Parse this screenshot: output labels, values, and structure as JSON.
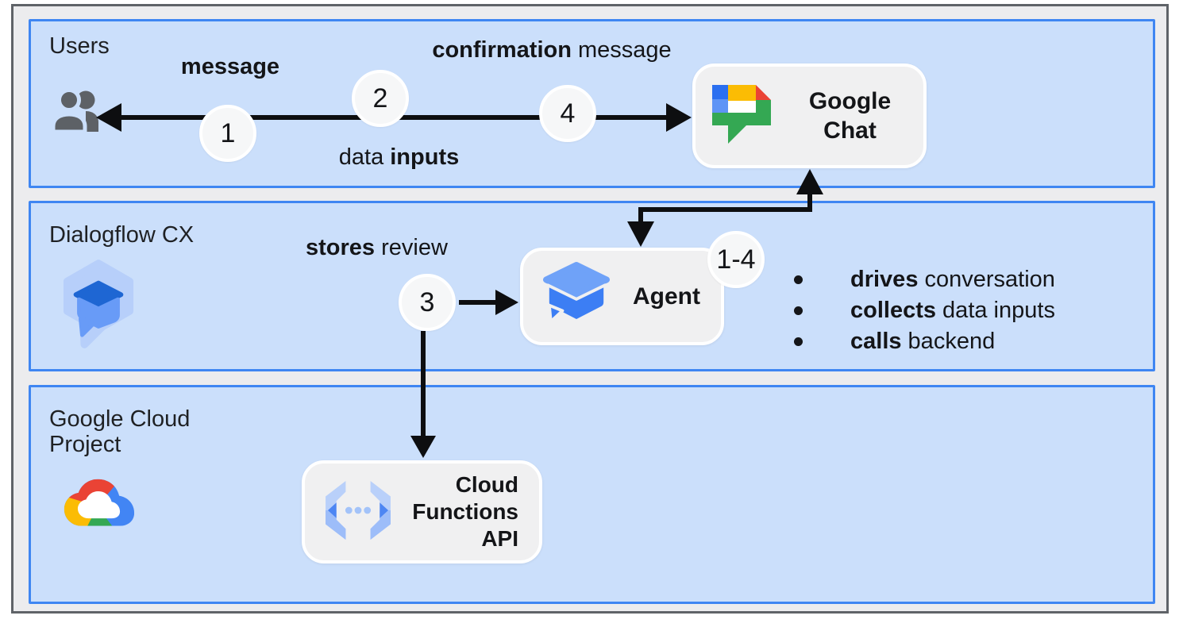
{
  "lanes": {
    "users": {
      "label": "Users"
    },
    "dialogflow": {
      "label": "Dialogflow CX"
    },
    "gcp": {
      "label_line1": "Google Cloud",
      "label_line2": "Project"
    }
  },
  "flow_labels": {
    "message": "message",
    "confirmation_bold": "confirmation",
    "confirmation_rest": " message",
    "data_pre": "data ",
    "data_bold": "inputs",
    "stores_bold": "stores",
    "stores_rest": " review"
  },
  "steps": {
    "step1": "1",
    "step2": "2",
    "step3": "3",
    "step4": "4",
    "range": "1-4"
  },
  "nodes": {
    "google_chat": {
      "line1": "Google",
      "line2": "Chat"
    },
    "agent": {
      "label": "Agent"
    },
    "cloud_functions": {
      "line1": "Cloud",
      "line2": "Functions",
      "line3": "API"
    }
  },
  "agent_notes": [
    {
      "bold": "drives",
      "rest": " conversation"
    },
    {
      "bold": "collects",
      "rest": " data inputs"
    },
    {
      "bold": "calls",
      "rest": " backend"
    }
  ],
  "colors": {
    "lane_fill": "#cbdffb",
    "lane_border": "#3f86f2",
    "canvas_bg": "#ececee",
    "frame_border": "#5f6368",
    "node_fill": "#f0f0f1",
    "arrow": "#0d0e10",
    "google_blue": "#4285f4",
    "google_red": "#ea4335",
    "google_yellow": "#fbbc04",
    "google_green": "#34a853"
  }
}
